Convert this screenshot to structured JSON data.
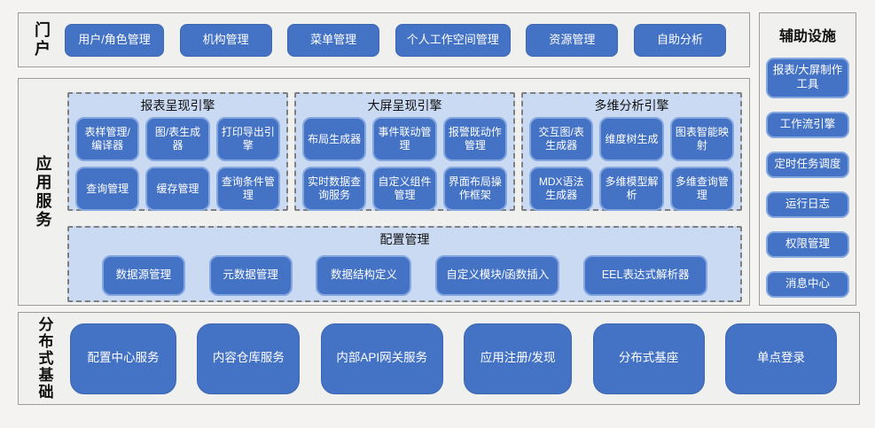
{
  "portal": {
    "label": "门户",
    "buttons": [
      "用户/角色管理",
      "机构管理",
      "菜单管理",
      "个人工作空间管理",
      "资源管理",
      "自助分析"
    ]
  },
  "app": {
    "label": "应用服务",
    "engines": [
      {
        "title": "报表呈现引擎",
        "buttons": [
          "表样管理/编译器",
          "图/表生成器",
          "打印导出引擎",
          "查询管理",
          "缓存管理",
          "查询条件管理"
        ]
      },
      {
        "title": "大屏呈现引擎",
        "buttons": [
          "布局生成器",
          "事件联动管理",
          "报警既动作管理",
          "实时数据查询服务",
          "自定义组件管理",
          "界面布局操作框架"
        ]
      },
      {
        "title": "多维分析引擎",
        "buttons": [
          "交互图/表生成器",
          "维度树生成",
          "图表智能映射",
          "MDX语法生成器",
          "多维模型解析",
          "多维查询管理"
        ]
      }
    ],
    "config": {
      "title": "配置管理",
      "buttons": [
        "数据源管理",
        "元数据管理",
        "数据结构定义",
        "自定义模块/函数插入",
        "EEL表达式解析器"
      ]
    }
  },
  "distributed": {
    "label": "分布式基础",
    "buttons": [
      "配置中心服务",
      "内容仓库服务",
      "内部API网关服务",
      "应用注册/发现",
      "分布式基座",
      "单点登录"
    ]
  },
  "auxiliary": {
    "title": "辅助设施",
    "buttons": [
      "报表/大屏制作工具",
      "工作流引擎",
      "定时任务调度",
      "运行日志",
      "权限管理",
      "消息中心"
    ]
  },
  "colors": {
    "button_blue": "#4472c4",
    "button_border_light": "#84a7e0",
    "panel_light_blue": "#cbdaf3",
    "dashed_border_gray": "#7f7f7f",
    "section_background": "#f0f0ee",
    "page_background": "#f4f3f1"
  }
}
